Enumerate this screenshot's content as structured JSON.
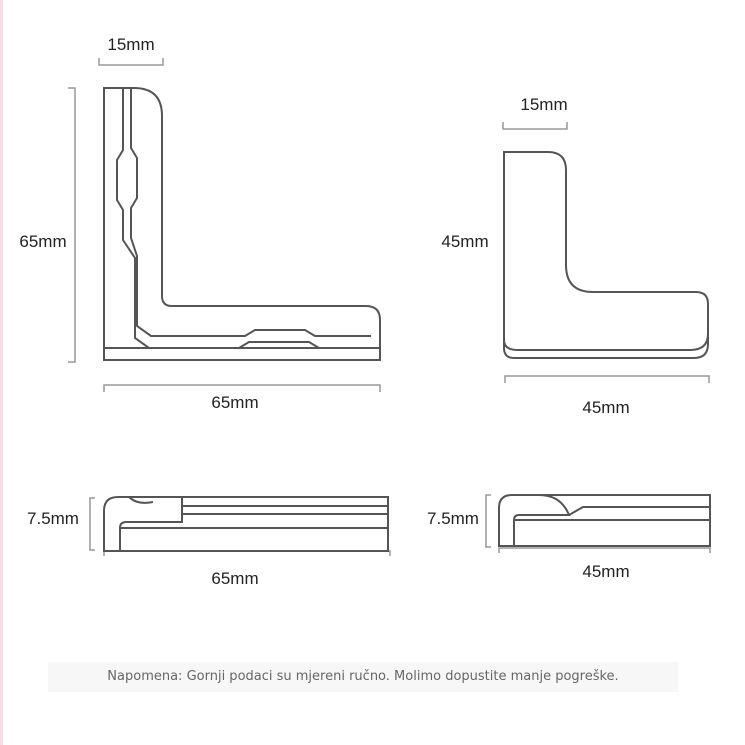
{
  "labels": {
    "large_top_width": "15mm",
    "large_height": "65mm",
    "large_width": "65mm",
    "small_top_width": "15mm",
    "small_height": "45mm",
    "small_width": "45mm",
    "large_side_thickness": "7.5mm",
    "large_side_length": "65mm",
    "small_side_thickness": "7.5mm",
    "small_side_length": "45mm"
  },
  "note": "Napomena: Gornji podaci su mjereni ručno. Molimo dopustite manje pogreške."
}
